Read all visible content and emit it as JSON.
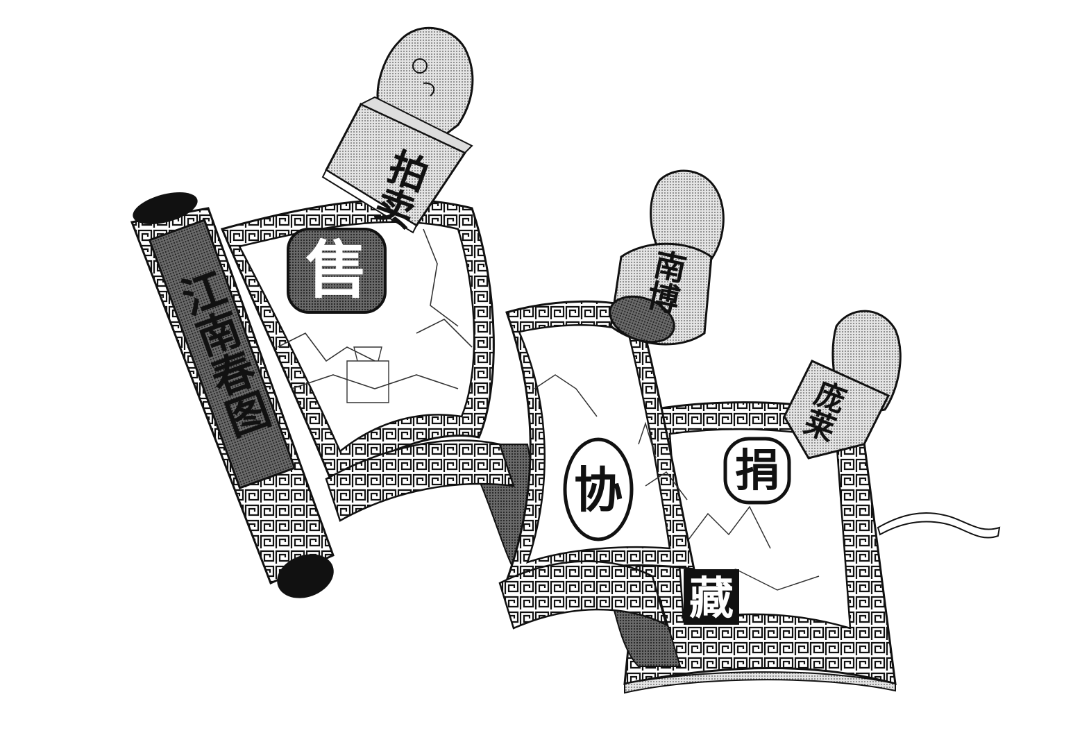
{
  "illustration": {
    "scroll_title": "江南春图",
    "seal_auction": "拍卖",
    "seal_nanbo": "南博",
    "seal_pang": "庞莱",
    "stamp_shou": "售",
    "stamp_xie": "协",
    "stamp_juan": "捐",
    "stamp_cang": "藏"
  },
  "colors": {
    "ink": "#111111",
    "paper": "#ffffff",
    "screen_tone": "#bdbdbd",
    "dark_tone": "#4a4a4a"
  }
}
